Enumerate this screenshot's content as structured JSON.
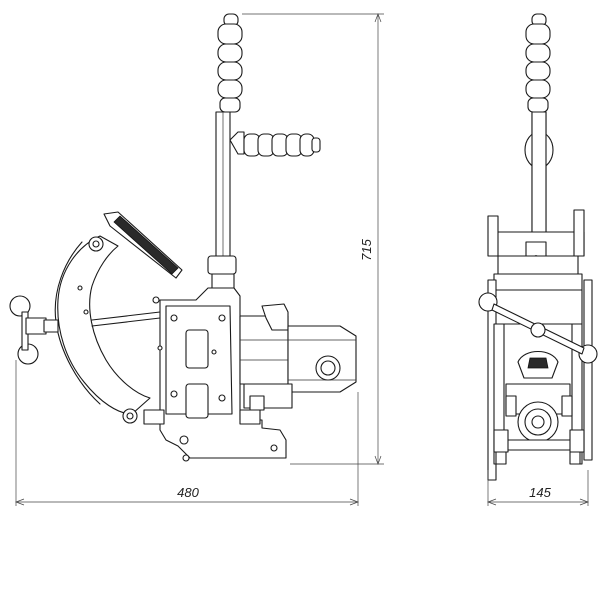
{
  "dimensions": {
    "height": "715",
    "side_width": "480",
    "front_width": "145"
  },
  "colors": {
    "line": "#1a1a1a",
    "background": "#ffffff"
  }
}
